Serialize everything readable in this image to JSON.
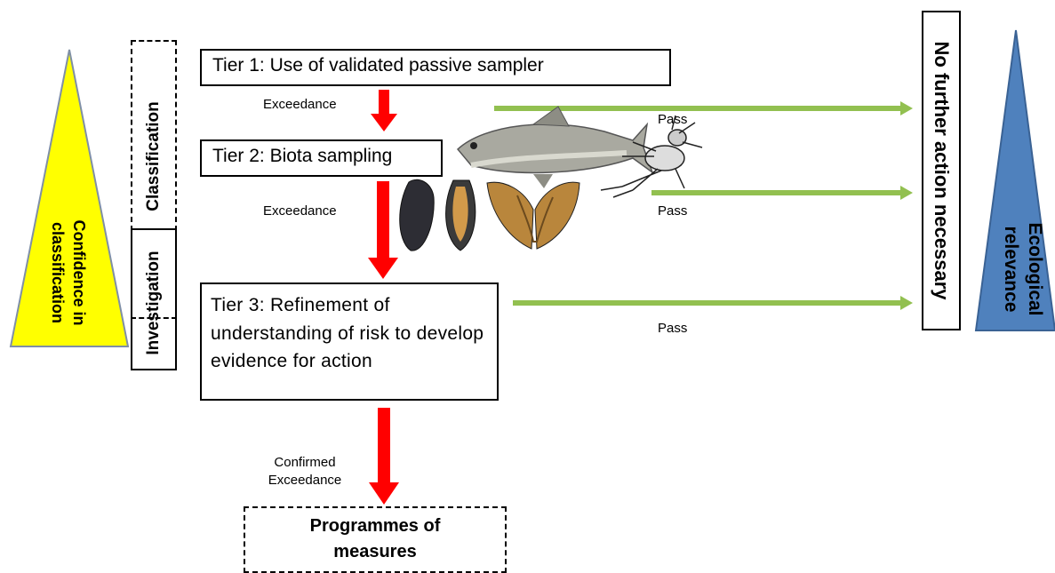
{
  "tiers": {
    "tier1": "Tier 1: Use of validated passive sampler",
    "tier2": "Tier 2: Biota sampling",
    "tier3": "Tier 3: Refinement of understanding of risk to develop evidence for action"
  },
  "flow_labels": {
    "exceedance_1": "Exceedance",
    "exceedance_2": "Exceedance",
    "confirmed_line1": "Confirmed",
    "confirmed_line2": "Exceedance",
    "pass_1": "Pass",
    "pass_2": "Pass",
    "pass_3": "Pass"
  },
  "outcome": {
    "programmes_line1": "Programmes of",
    "programmes_line2": "measures",
    "no_further_action": "No further action necessary"
  },
  "side_labels": {
    "classification": "Classification",
    "investigation": "Investigation",
    "confidence_line1": "Confidence in",
    "confidence_line2": "classification",
    "ecological_line1": "Ecological",
    "ecological_line2": "relevance"
  },
  "colors": {
    "confidence_triangle": "#FFFF00",
    "ecological_triangle": "#4F81BD",
    "exceedance_arrow": "#FF0000",
    "pass_arrow": "#92C050"
  }
}
